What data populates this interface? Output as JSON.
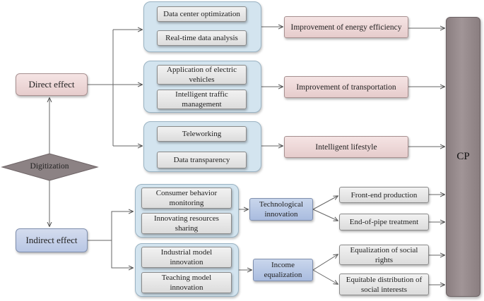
{
  "root": {
    "label": "Digitization"
  },
  "effects": {
    "direct": "Direct effect",
    "indirect": "Indirect effect"
  },
  "direct_groups": [
    {
      "items": [
        "Data center optimization",
        "Real-time data analysis"
      ],
      "result": "Improvement of  energy efficiency"
    },
    {
      "items": [
        "Application of electric vehicles",
        "Intelligent traffic management"
      ],
      "result": "Improvement of transportation"
    },
    {
      "items": [
        "Teleworking",
        "Data transparency"
      ],
      "result": "Intelligent lifestyle"
    }
  ],
  "indirect_groups": [
    {
      "items": [
        "Consumer behavior monitoring",
        "Innovating resources sharing"
      ],
      "mechanism": "Technological innovation",
      "outcomes": [
        "Front-end production",
        "End-of-pipe treatment"
      ]
    },
    {
      "items": [
        "Industrial model innovation",
        "Teaching model innovation"
      ],
      "mechanism": "Income equalization",
      "outcomes": [
        "Equalization of social rights",
        "Equitable distribution of social interests"
      ]
    }
  ],
  "target": {
    "label": "CP"
  },
  "colors": {
    "direct_fill": "#ecd6d6",
    "indirect_fill": "#c4d0e8",
    "group_fill": "#d3e4ef",
    "root_fill": "#8c8284",
    "target_fill": "#968a8c"
  }
}
